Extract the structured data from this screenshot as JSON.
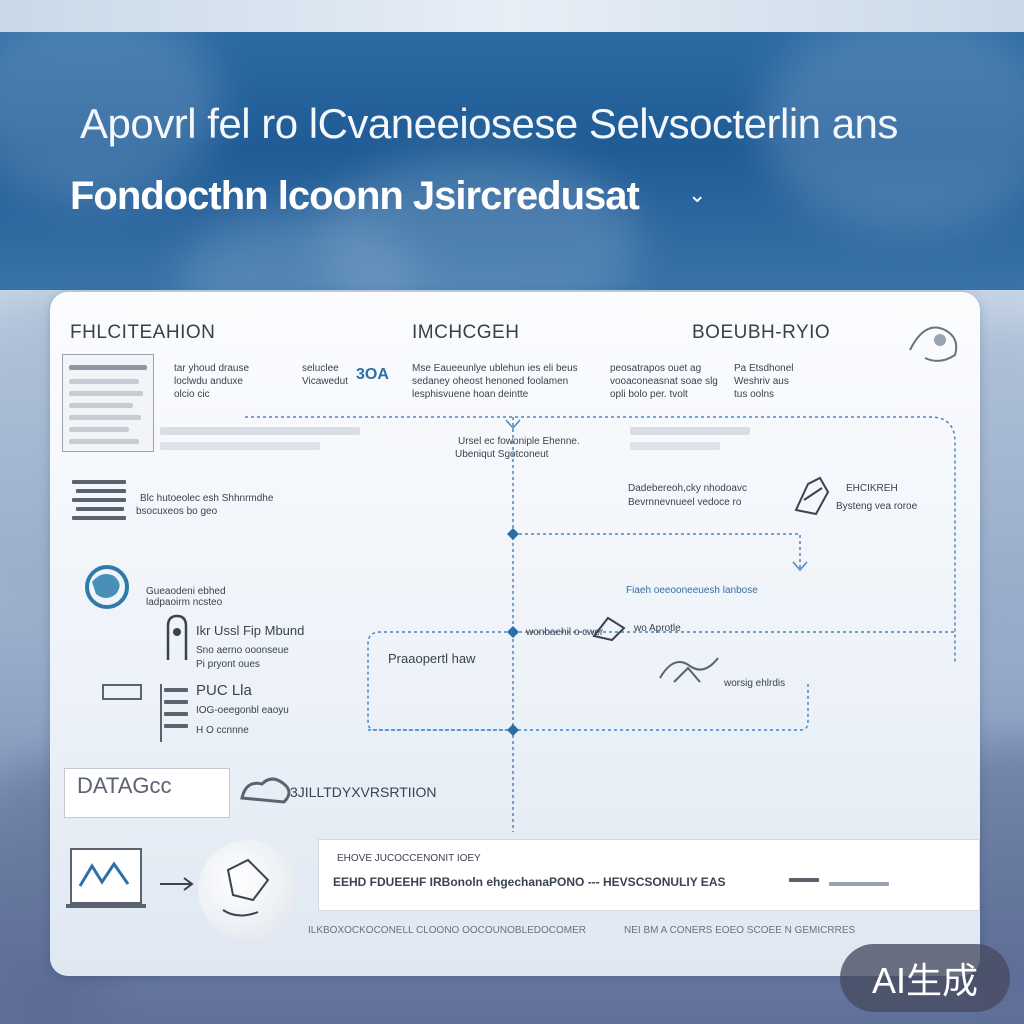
{
  "banner": {
    "title_line1": "Apovrl fel ro lCvaneeiosese Selvsocterlin ans",
    "title_line2": "Fondocthn lcoonn Jsircredusat"
  },
  "columns": {
    "left": "FHLCITEAHION",
    "middle": "IMCHCGEH",
    "right": "BOEUBH-RYIO"
  },
  "top_row": {
    "left_text": [
      "tar yhoud drause",
      "loclwdu anduxe",
      "olcio cic"
    ],
    "left_label": [
      "seluclee",
      "Vicawedut"
    ],
    "middle_tag": "3OA",
    "middle_text": [
      "Mse Eaueeunlye ublehun ies eli beus",
      "sedaney oheost henoned foolamen",
      "lesphisvuene hoan deintte"
    ],
    "middle_right": [
      "peosatrapos ouet ag",
      "vooaconeasnat soae slg",
      "opli bolo per. tvolt"
    ],
    "right_text": [
      "Pa Etsdhonel",
      "Weshriv aus",
      "tus oolns"
    ]
  },
  "center_note": [
    "Ursel ec fowoniple Ehenne.",
    "Ubeniqut Sgotconeut"
  ],
  "left_rows": [
    {
      "text": [
        "Blc hutoeolec esh Shhnrmdhe",
        "bsocuxeos bo geo"
      ]
    },
    {
      "text": [
        "Gueaodeni ebhed",
        "ladpaoirm ncsteo"
      ]
    },
    {
      "text": [
        "Ikr Ussl Fip Mbund",
        "Sno aerno ooonseue",
        "Pi pryont oues"
      ]
    },
    {
      "text": [
        "PUC Lla",
        "IOG-oeegonbl eaoyu",
        "H O ccnnne"
      ]
    }
  ],
  "right_rows": [
    {
      "text": [
        "Dadebereoh,cky nhodoavc",
        "Bevrnnevnueel vedoce ro"
      ],
      "label": [
        "EHCIKREH",
        "Bysteng vea roroe"
      ]
    },
    {
      "text": [
        "Fiaeh oeeooneeuesh lanbose"
      ]
    },
    {
      "text": [
        "wonbaehil o cwer"
      ],
      "label": [
        "wo Aprotle"
      ]
    },
    {
      "text": [
        "worsig ehlrdis"
      ]
    }
  ],
  "mid_box_label": "Praaopertl haw",
  "bottom_left_label": "3JILLTDYXVRSRTIION",
  "bottom_left_box": "DATAGcc",
  "footer": {
    "header": "EHOVE JUCOCCENONIT IOEY",
    "line": "EEHD FDUEEHF IRBonoln ehgechanaPONO --- HEVSCSONULIY EAS",
    "below_left": "ILKBOXOCKOCONELL CLOONO OOCOUNOBLEDOCOMER",
    "below_right": "NEI BM A CONERS EOEO SCOEE N GEMICRRES"
  },
  "badge": "AI生成"
}
